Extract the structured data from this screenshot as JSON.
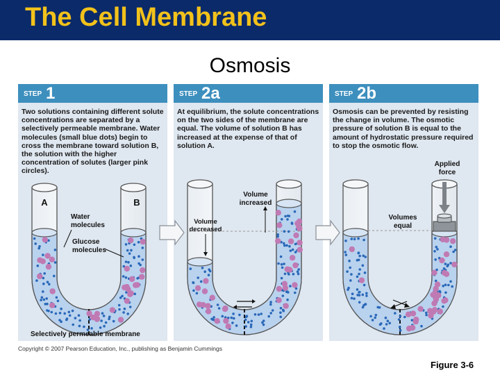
{
  "header": {
    "title": "The Cell Membrane"
  },
  "subtitle": "Osmosis",
  "steps": [
    {
      "step_word": "STEP",
      "step_num": "1",
      "text": "Two solutions containing different solute concentrations are separated by a selectively permeable membrane. Water molecules (small blue dots) begin to cross the membrane toward solution B, the solution with the higher concentration of solutes (larger pink circles).",
      "labels": {
        "a": "A",
        "b": "B",
        "water1": "Water",
        "water2": "molecules",
        "glucose1": "Glucose",
        "glucose2": "molecules",
        "membrane": "Selectively permeable membrane"
      }
    },
    {
      "step_word": "STEP",
      "step_num": "2a",
      "text": "At equilibrium, the solute concentrations on the two sides of the membrane are equal. The volume of solution B has increased at the expense of that of solution A.",
      "labels": {
        "inc1": "Volume",
        "inc2": "increased",
        "dec1": "Volume",
        "dec2": "decreased"
      }
    },
    {
      "step_word": "STEP",
      "step_num": "2b",
      "text": "Osmosis can be prevented by resisting the change in volume. The osmotic pressure of solution B is equal to the amount of hydrostatic pressure required to stop the osmotic flow.",
      "labels": {
        "force1": "Applied",
        "force2": "force",
        "eq1": "Volumes",
        "eq2": "equal"
      }
    }
  ],
  "footer": {
    "copyright": "Copyright © 2007 Pearson Education, Inc., publishing as Benjamin Cummings",
    "figure": "Figure 3-6"
  },
  "colors": {
    "banner": "#0b2a6a",
    "title": "#f2c21b",
    "step_header": "#3d8fbe",
    "panel": "#dfe7f0",
    "solution": "#b9d2ee",
    "water_dot": "#2a68b8",
    "solute": "#c07ab3"
  }
}
